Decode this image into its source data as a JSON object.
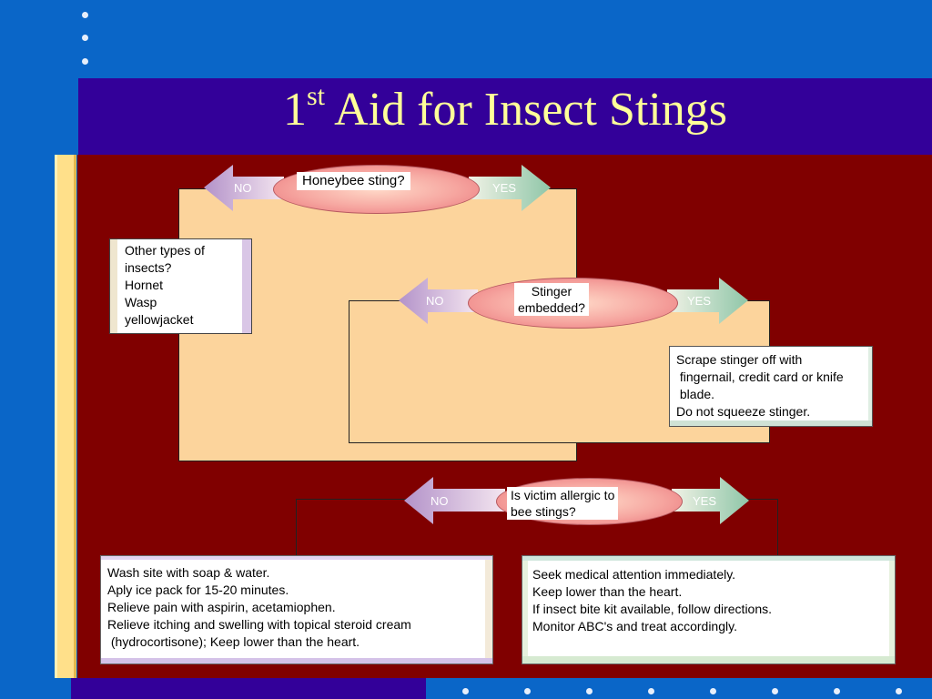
{
  "title": {
    "prefix": "1",
    "sup": "st",
    "rest": " Aid for Insect Stings"
  },
  "q1": {
    "label": "Honeybee sting?",
    "no": "NO",
    "yes": "YES"
  },
  "q2": {
    "label": "Stinger\nembedded?",
    "no": "NO",
    "yes": "YES"
  },
  "q3": {
    "label": "Is victim allergic to\nbee stings?",
    "no": "NO",
    "yes": "YES"
  },
  "other_insects": "Other types of\ninsects?\nHornet\nWasp\nyellowjacket",
  "scrape": "Scrape stinger off with\n fingernail, credit card or knife\n blade.\nDo not squeeze stinger.",
  "wash": "Wash site with soap & water.\nAply ice pack for 15-20 minutes.\nRelieve pain with aspirin, acetamiophen.\nRelieve itching and swelling with topical steroid cream\n (hydrocortisone); Keep lower than the heart.",
  "medical": "Seek medical attention immediately.\nKeep lower than the heart.\nIf insect bite kit available, follow directions.\nMonitor ABC's and treat accordingly.",
  "colors": {
    "background": "#0a66c8",
    "title_band": "#330099",
    "title_text": "#ffff99",
    "panel": "#800000",
    "flow_box": "#fcd49c"
  }
}
